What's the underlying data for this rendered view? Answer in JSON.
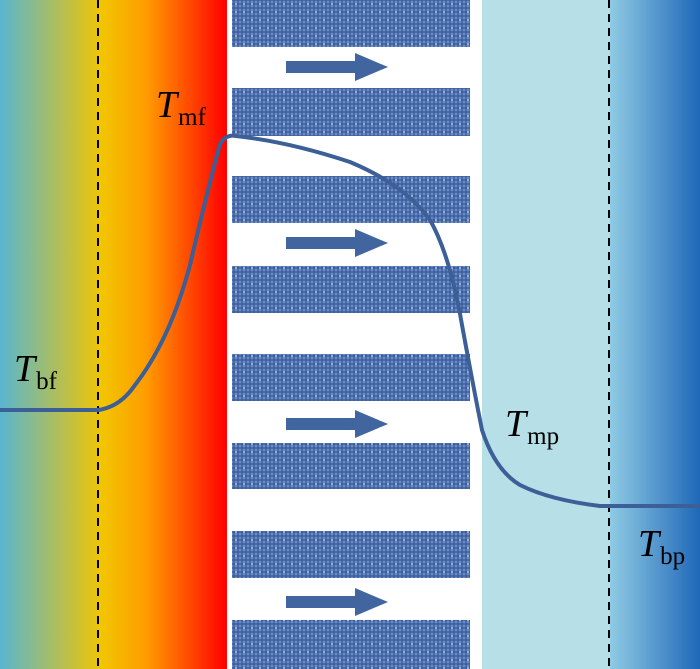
{
  "labels": {
    "feed_bulk": {
      "main": "T",
      "sub": "bf"
    },
    "feed_membrane": {
      "main": "T",
      "sub": "mf"
    },
    "permeate_membrane": {
      "main": "T",
      "sub": "mp"
    },
    "permeate_bulk": {
      "main": "T",
      "sub": "bp"
    }
  },
  "colors": {
    "feed_gradient": [
      "#58b6d0",
      "#f2c500",
      "#ff9a00",
      "#ff0000"
    ],
    "permeate_side": "#b6dfe8",
    "permeate_bulk_gradient": [
      "#8fcbe4",
      "#1f67b8"
    ],
    "membrane_blue": "#4a6fb0",
    "profile_line": "#3b5f96",
    "flow_arrow": "#41659f",
    "dashed_line": "#000000"
  }
}
